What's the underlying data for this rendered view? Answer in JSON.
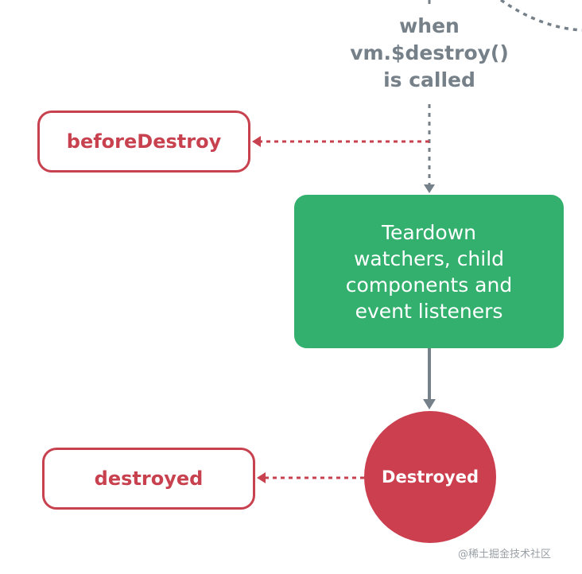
{
  "condition": {
    "lines": [
      "when",
      "vm.$destroy()",
      "is called"
    ]
  },
  "hooks": {
    "before_destroy": "beforeDestroy",
    "destroyed": "destroyed"
  },
  "process": {
    "lines": [
      "Teardown",
      "watchers, child",
      "components and",
      "event listeners"
    ]
  },
  "state": {
    "label": "Destroyed"
  },
  "watermark": "@稀土掘金技术社区",
  "colors": {
    "hook": "#c8414f",
    "process": "#33b06d",
    "state": "#cc3f4f",
    "connector": "#758089"
  }
}
